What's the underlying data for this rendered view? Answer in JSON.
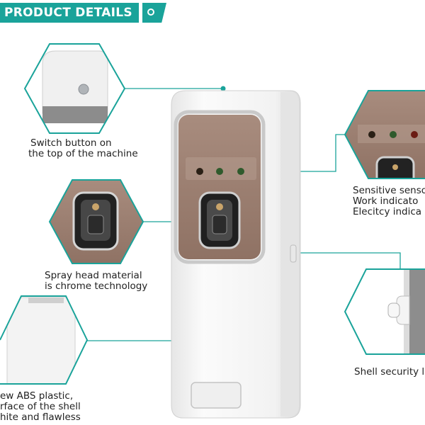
{
  "header": {
    "title": "PRODUCT DETAILS"
  },
  "callouts": [
    {
      "line1": "Switch button on",
      "line2": "the top of the machine"
    },
    {
      "line1": "Spray head material",
      "line2": "is chrome technology"
    },
    {
      "line1": "ew ABS plastic,",
      "line2": "rface of the shell",
      "line3": "hite and flawless"
    },
    {
      "line1": "Sensitive senso",
      "line2": "Work indicato",
      "line3": "Elecitcy indica"
    },
    {
      "line1": "Shell security l"
    }
  ],
  "colors": {
    "accent": "#1aa39a",
    "window": "#9c7f70",
    "shell": "#f4f4f4",
    "indicator_green": "#2f5a2c",
    "indicator_red": "#6b1c14"
  }
}
